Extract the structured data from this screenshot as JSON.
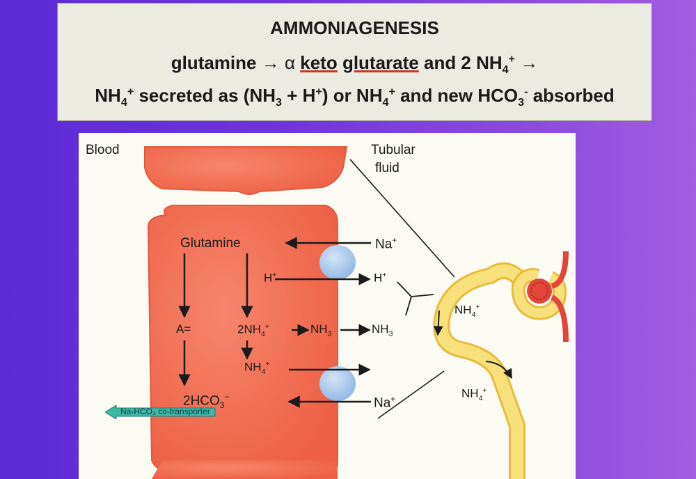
{
  "header": {
    "title": "AMMONIAGENESIS",
    "line2": {
      "glutamine": "glutamine",
      "arrow": "→",
      "alpha": "α",
      "keto": "keto",
      "glutarate": "glutarate",
      "and2": "and  2 NH",
      "sub4": "4",
      "sup_plus": "+",
      "arrow2": "→"
    },
    "line3": {
      "nh": "NH",
      "sub4": "4",
      "sup_plus": "+",
      "secreted": " secreted as (NH",
      "sub3": "3",
      "plus_h": " + H",
      "close_or": ") or NH",
      "and_new": "  and new HCO",
      "sup_minus": "-",
      "absorbed": " absorbed"
    }
  },
  "diagram": {
    "blood": "Blood",
    "tubular_fluid_1": "Tubular",
    "tubular_fluid_2": "fluid",
    "glutamine": "Glutamine",
    "na_top": "Na",
    "na_sup": "+",
    "h_cell": "H",
    "h_cell_sup": "+",
    "h_lumen": "H",
    "h_lumen_sup": "+",
    "a_eq": "A=",
    "two_nh4": "2NH",
    "two_nh4_sub": "4",
    "two_nh4_sup": "+",
    "nh3_cell": "NH",
    "nh3_cell_sub": "3",
    "nh3_lumen": "NH",
    "nh3_lumen_sub": "3",
    "nh4_cell": "NH",
    "nh4_cell_sub": "4",
    "nh4_cell_sup": "+",
    "two_hco3": "2HCO",
    "two_hco3_sub": "3",
    "two_hco3_sup": "−",
    "na_bottom": "Na",
    "na_bottom_sup": "+",
    "nephron_nh4_upper": "NH",
    "nephron_nh4_upper_sub": "4",
    "nephron_nh4_upper_sup": "+",
    "nephron_nh4_lower": "NH",
    "nephron_nh4_lower_sub": "4",
    "nephron_nh4_lower_sup": "+",
    "transporter": "Na-HCO₃ co-transporter"
  },
  "colors": {
    "cell": "#f06a4e",
    "cell_dark": "#d94a35",
    "nephron": "#f5d86a",
    "channel": "#a9c9ee",
    "transporter": "#3fb7a7"
  }
}
